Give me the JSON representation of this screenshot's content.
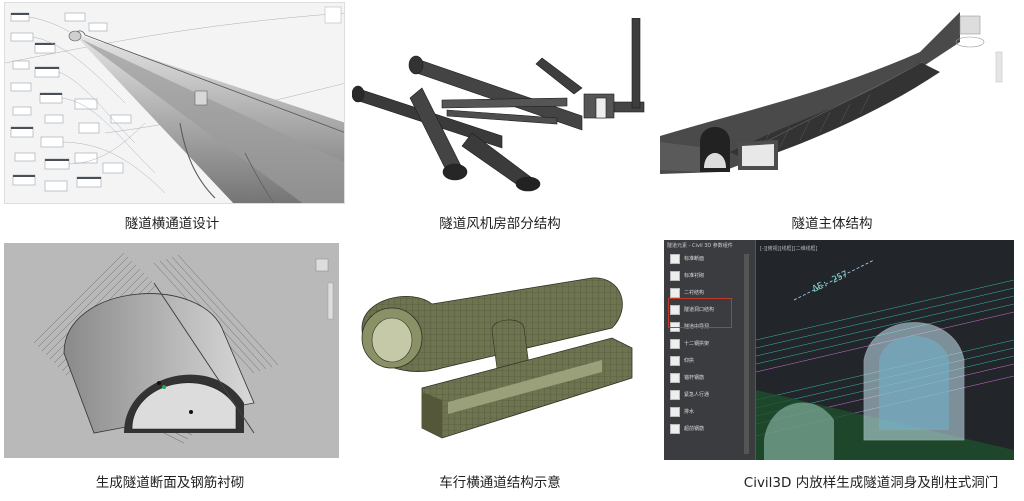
{
  "captions": {
    "c1": "隧道横通道设计",
    "c2": "隧道风机房部分结构",
    "c3": "隧道主体结构",
    "c4": "生成隧道断面及钢筋衬砌",
    "c5": "车行横通道结构示意",
    "c6": "Civil3D 内放样生成隧道洞身及削柱式洞门"
  },
  "panel": {
    "title": "隧道元素 - Civil 3D 参数组件",
    "items": [
      "标准断面",
      "标准衬砌",
      "二衬结构",
      "隧道洞口结构",
      "隧道中导洞",
      "十二钢拱架",
      "仰拱",
      "锚杆钢筋",
      "紧急人行通",
      "排水",
      "超前钢筋"
    ],
    "viewport_label": "[-][俯视][线框][二维线框]",
    "readout": "ΔE: 257"
  },
  "colors": {
    "accent_red": "#c0392b",
    "cad_bg": "#2b2d30"
  }
}
